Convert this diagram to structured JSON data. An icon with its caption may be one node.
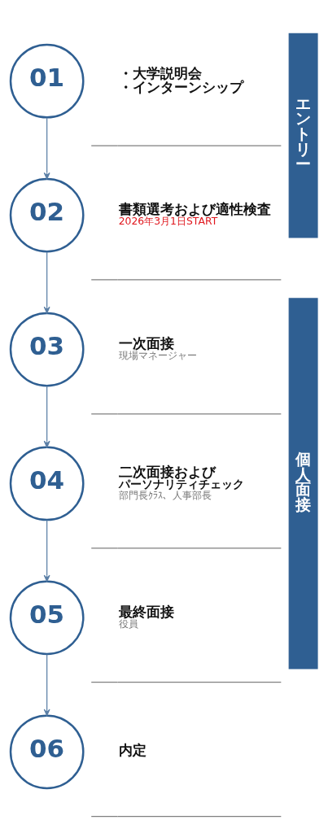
{
  "diagram": {
    "nodes": [
      {
        "text": [
          "01"
        ],
        "beside": [
          "・大学説明会",
          "・インターンシップ"
        ]
      },
      {
        "text": [
          "02"
        ],
        "beside": [
          "書類選考および適性検査",
          "2026年3月1日START"
        ]
      },
      {
        "text": [
          "03"
        ],
        "beside": [
          "一次面接",
          "現場マネージャー"
        ]
      },
      {
        "text": [
          "04"
        ],
        "beside": [
          "二次面接および",
          "パーソナリティチェック",
          "部門長ｸﾗｽ、人事部長"
        ]
      },
      {
        "text": [
          "05"
        ],
        "beside": [
          "最終面接",
          "役員"
        ]
      },
      {
        "text": [
          "06"
        ],
        "beside": [
          "内定"
        ]
      },
      {
        "text": [
          "エントリー"
        ]
      },
      {
        "text": [
          "個人面接"
        ]
      }
    ],
    "edges": [
      {
        "from": 0,
        "to": 1,
        "arrow": "to"
      },
      {
        "from": 1,
        "to": 2,
        "arrow": "to"
      },
      {
        "from": 2,
        "to": 3,
        "arrow": "to"
      },
      {
        "from": 3,
        "to": 4,
        "arrow": "to"
      },
      {
        "from": 4,
        "to": 5,
        "arrow": "to"
      }
    ]
  }
}
